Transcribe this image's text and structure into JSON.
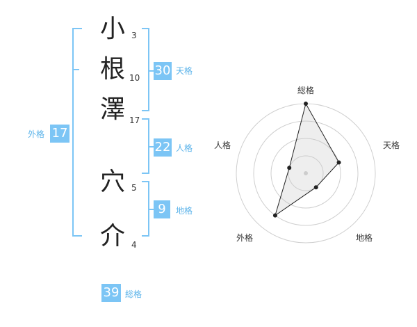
{
  "colors": {
    "accent": "#7cc5f5",
    "label": "#5bb3ea",
    "text": "#222222"
  },
  "name_chars": [
    {
      "char": "小",
      "strokes": "3"
    },
    {
      "char": "根",
      "strokes": "10"
    },
    {
      "char": "澤",
      "strokes": "17"
    },
    {
      "char": "穴",
      "strokes": "5"
    },
    {
      "char": "介",
      "strokes": "4"
    }
  ],
  "kakusu": {
    "tenkaku": {
      "value": "30",
      "label": "天格"
    },
    "jinkaku": {
      "value": "22",
      "label": "人格"
    },
    "chikaku": {
      "value": "9",
      "label": "地格"
    },
    "gaikaku": {
      "value": "17",
      "label": "外格"
    },
    "soukaku": {
      "value": "39",
      "label": "総格"
    }
  },
  "chart_data": {
    "type": "radar",
    "axes": [
      "総格",
      "天格",
      "地格",
      "外格",
      "人格"
    ],
    "values": [
      4,
      2,
      1,
      3,
      1
    ],
    "range": [
      0,
      4
    ],
    "rings": 4,
    "grid": true
  }
}
